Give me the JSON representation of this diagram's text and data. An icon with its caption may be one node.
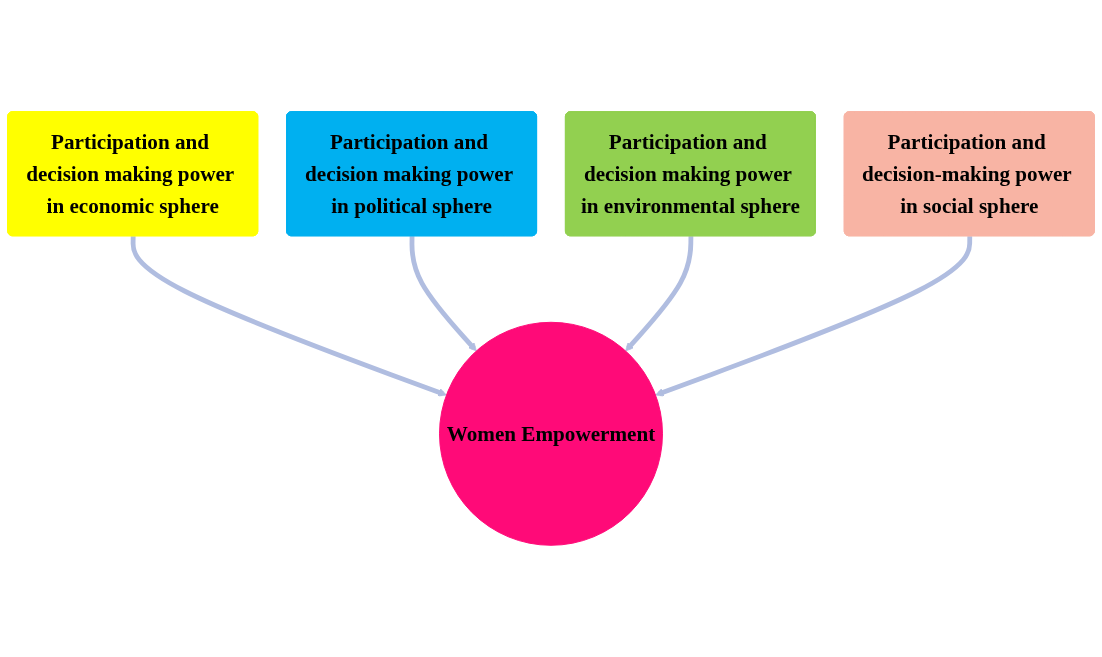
{
  "diagram": {
    "nodes": [
      {
        "text": [
          "Participation and decision making power in economic sphere"
        ]
      },
      {
        "text": [
          "Participation and decision making power in political sphere"
        ]
      },
      {
        "text": [
          "Participation and decision making power in environmental sphere"
        ]
      },
      {
        "text": [
          "Participation and decision-making power in social sphere"
        ]
      },
      {
        "text": [
          "Women Empowerment"
        ]
      }
    ],
    "edges": [
      {
        "from": 0,
        "to": 4,
        "arrow": "to"
      },
      {
        "from": 1,
        "to": 4,
        "arrow": "to"
      },
      {
        "from": 2,
        "to": 4,
        "arrow": "to"
      },
      {
        "from": 3,
        "to": 4,
        "arrow": "to"
      }
    ]
  }
}
